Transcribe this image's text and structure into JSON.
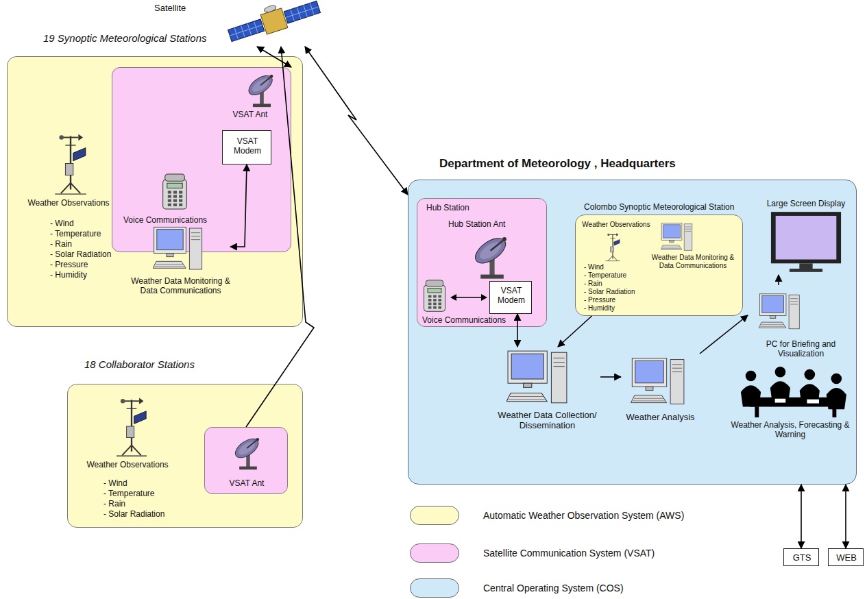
{
  "diagram": {
    "nodes": [
      {
        "text": [
          "19 Synoptic Meteorological Stations"
        ]
      },
      {
        "text": [
          "VSAT Ant",
          "Voice Communications"
        ],
        "in": 0
      },
      {
        "text": [
          "VSAT Modem"
        ],
        "in": 1
      },
      {
        "text": [
          "Weather Observations",
          "- Wind",
          "- Temperature",
          "- Rain",
          "- Solar Radiation",
          "- Pressure",
          "- Humidity"
        ],
        "in": 0
      },
      {
        "text": [
          "Weather Data Monitoring & Data Communications"
        ],
        "in": 0
      },
      {
        "text": [
          "18 Collaborator Stations"
        ]
      },
      {
        "text": [
          "Weather Observations",
          "- Wind",
          "- Temperature",
          "- Rain",
          "- Solar Radiation"
        ],
        "in": 5
      },
      {
        "text": [
          "VSAT Ant"
        ],
        "in": 5
      },
      {
        "text": [
          "Department of Meteorology , Headquarters"
        ]
      },
      {
        "text": [
          "Hub Station",
          "Hub Station Ant",
          "Voice Communications"
        ],
        "in": 8
      },
      {
        "text": [
          "VSAT Modem"
        ],
        "in": 9
      },
      {
        "text": [
          "Colombo Synoptic Meteorological Station"
        ],
        "in": 8
      },
      {
        "text": [
          "Weather Observations",
          "- Wind",
          "- Temperature",
          "- Rain",
          "- Solar Radiation",
          "- Pressure",
          "- Humidity"
        ],
        "in": 11
      },
      {
        "text": [
          "Weather Data Monitoring & Data Communications"
        ],
        "in": 11
      },
      {
        "text": [
          "Large Screen Display"
        ],
        "in": 8
      },
      {
        "text": [
          "PC for Briefing and Visualization"
        ],
        "in": 8
      },
      {
        "text": [
          "Weather Data Collection/ Dissemination"
        ],
        "in": 8
      },
      {
        "text": [
          "Weather Analysis"
        ],
        "in": 8
      },
      {
        "text": [
          "Weather Analysis, Forecasting & Warning"
        ],
        "in": 8
      },
      {
        "text": [
          "GTS"
        ]
      },
      {
        "text": [
          "WEB"
        ]
      },
      {
        "text": [
          "Satellite"
        ]
      }
    ],
    "edges": [
      {
        "from": 1,
        "to": 21,
        "arrow": "both"
      },
      {
        "from": 7,
        "to": 21,
        "arrow": "to"
      },
      {
        "from": 21,
        "to": 8,
        "arrow": "both"
      },
      {
        "from": 2,
        "to": 4,
        "arrow": "both"
      },
      {
        "from": 10,
        "to": 16,
        "arrow": "both"
      },
      {
        "from": 11,
        "to": 16,
        "arrow": "to"
      },
      {
        "from": 16,
        "to": 17,
        "arrow": "to"
      },
      {
        "from": 17,
        "to": 15,
        "arrow": "to"
      },
      {
        "from": 15,
        "to": 14,
        "arrow": "to"
      },
      {
        "from": 8,
        "to": 19,
        "arrow": "both"
      },
      {
        "from": 8,
        "to": 20,
        "arrow": "both"
      }
    ],
    "legend": [
      {
        "text": "Automatic Weather Observation System (AWS)",
        "color": "#fffbc6"
      },
      {
        "text": "Satellite Communication System (VSAT)",
        "color": "#fbccf6"
      },
      {
        "text": "Central Operating System (COS)",
        "color": "#cfe9f9"
      }
    ]
  }
}
